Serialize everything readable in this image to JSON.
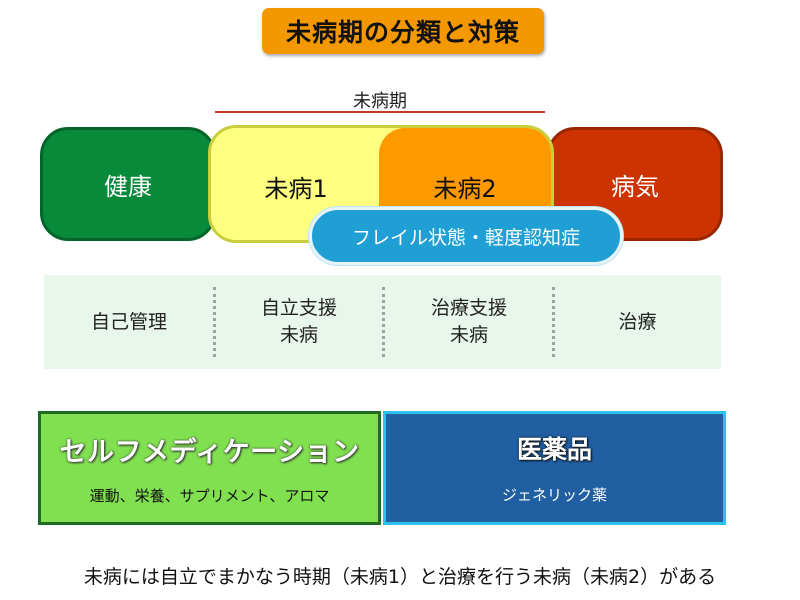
{
  "title": "未病期の分類と対策",
  "mibyoki_label": "未病期",
  "stages": {
    "health": "健康",
    "mibyo1": "未病1",
    "mibyo2": "未病2",
    "sick": "病気"
  },
  "frail_label": "フレイル状態・軽度認知症",
  "care": [
    {
      "line1": "自己管理",
      "line2": ""
    },
    {
      "line1": "自立支援",
      "line2": "未病"
    },
    {
      "line1": "治療支援",
      "line2": "未病"
    },
    {
      "line1": "治療",
      "line2": ""
    }
  ],
  "self_medication": {
    "title": "セルフメディケーション",
    "subtitle": "運動、栄養、サプリメント、アロマ"
  },
  "medicine": {
    "title": "医薬品",
    "subtitle": "ジェネリック薬"
  },
  "footer": "未病には自立でまかなう時期（未病1）と治療を行う未病（未病2）がある",
  "colors": {
    "title_bg": "#f39800",
    "health": "#078a3a",
    "mibyo1": "#ffff80",
    "mibyo2": "#ff9900",
    "sick": "#cc3300",
    "frail": "#1f9fd4",
    "care_bg": "#e8f6ec",
    "self_med_bg": "#80e050",
    "medicine_bg": "#1f5fa2"
  }
}
